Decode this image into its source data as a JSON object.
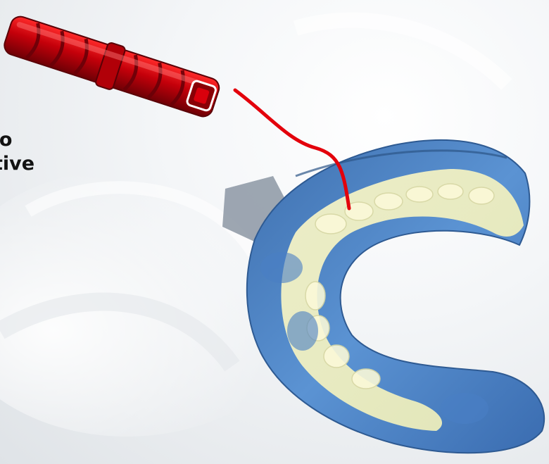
{
  "scene": {
    "caption_lines": [
      "to",
      "tive"
    ],
    "objects": [
      {
        "name": "red-implant-abutment",
        "color": "#c4000a"
      },
      {
        "name": "red-pointer-line",
        "color": "#e3000b"
      },
      {
        "name": "dental-impression-tray",
        "color_outer": "#4f86c8",
        "color_inner": "#f1f1c0"
      }
    ]
  }
}
